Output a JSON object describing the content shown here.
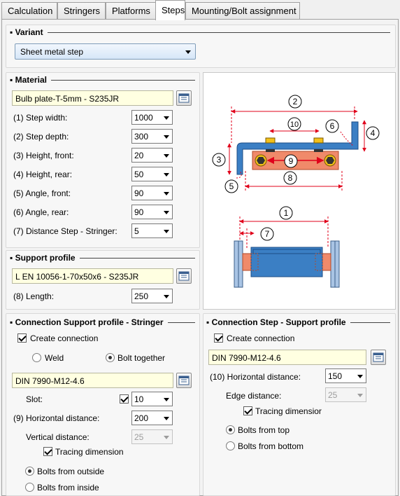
{
  "tabs": [
    "Calculation",
    "Stringers",
    "Platforms",
    "Steps",
    "Mounting/Bolt assignment"
  ],
  "active_tab": "Steps",
  "variant": {
    "title": "Variant",
    "value": "Sheet metal step"
  },
  "material": {
    "title": "Material",
    "value": "Bulb plate-T-5mm - S235JR",
    "rows": [
      {
        "label": "(1) Step width:",
        "value": "1000"
      },
      {
        "label": "(2) Step depth:",
        "value": "300"
      },
      {
        "label": "(3) Height, front:",
        "value": "20"
      },
      {
        "label": "(4) Height, rear:",
        "value": "50"
      },
      {
        "label": "(5) Angle, front:",
        "value": "90"
      },
      {
        "label": "(6) Angle, rear:",
        "value": "90"
      },
      {
        "label": "(7) Distance Step - Stringer:",
        "value": "5"
      }
    ]
  },
  "support": {
    "title": "Support profile",
    "value": "L EN 10056-1-70x50x6 - S235JR",
    "length_label": "(8) Length:",
    "length_value": "250"
  },
  "conn_stringer": {
    "title": "Connection Support profile - Stringer",
    "create": "Create connection",
    "weld": "Weld",
    "bolt": "Bolt together",
    "value": "DIN 7990-M12-4.6",
    "slot_label": "Slot:",
    "slot_value": "10",
    "hdist_label": "(9) Horizontal distance:",
    "hdist_value": "200",
    "vdist_label": "Vertical distance:",
    "vdist_value": "25",
    "tracing": "Tracing dimension",
    "outside": "Bolts from outside",
    "inside": "Bolts from inside"
  },
  "conn_step": {
    "title": "Connection Step - Support profile",
    "create": "Create connection",
    "value": "DIN 7990-M12-4.6",
    "hdist_label": "(10) Horizontal distance:",
    "hdist_value": "150",
    "edge_label": "Edge distance:",
    "edge_value": "25",
    "tracing": "Tracing dimensior",
    "top": "Bolts from top",
    "bottom": "Bolts from bottom"
  },
  "diagram": {
    "labels": [
      "1",
      "2",
      "3",
      "4",
      "5",
      "6",
      "7",
      "8",
      "9",
      "10"
    ],
    "colors": {
      "steel": "#3b7fc4",
      "support": "#f08a6a",
      "dim": "#e0001a",
      "bolt": "#f2c01a"
    }
  }
}
